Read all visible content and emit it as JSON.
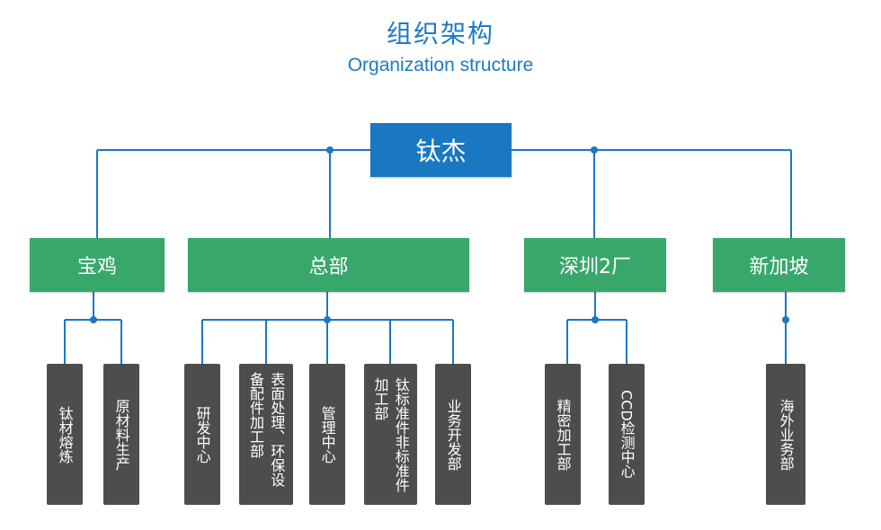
{
  "title_cn": "组织架构",
  "title_en": "Organization structure",
  "colors": {
    "root": "#1a78c2",
    "branch": "#37a86a",
    "leaf": "#4d4d4d",
    "line": "#1a78c2",
    "title": "#1a7bc4"
  },
  "root": {
    "label": "钛杰"
  },
  "branches": [
    {
      "label": "宝鸡",
      "units": [
        {
          "label": "钛材熔炼"
        },
        {
          "label": "原材料生产"
        }
      ]
    },
    {
      "label": "总部",
      "units": [
        {
          "label": "研发中心"
        },
        {
          "label": "表面处理、环保设备配件加工部"
        },
        {
          "label": "管理中心"
        },
        {
          "label": "钛标准件非标准件加工部"
        },
        {
          "label": "业务开发部"
        }
      ]
    },
    {
      "label": "深圳2厂",
      "units": [
        {
          "label": "精密加工部"
        },
        {
          "label": "CCD检测中心"
        }
      ]
    },
    {
      "label": "新加坡",
      "units": [
        {
          "label": "海外业务部"
        }
      ]
    }
  ]
}
